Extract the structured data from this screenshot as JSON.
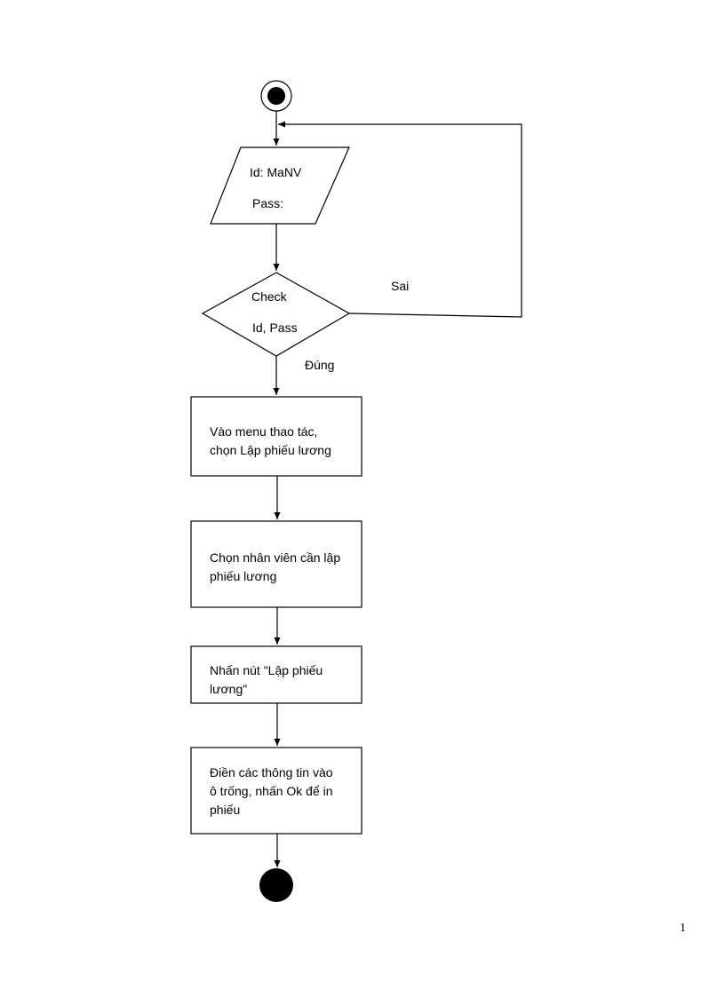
{
  "input_box": {
    "line1": "Id: MaNV",
    "line2": "Pass:"
  },
  "decision": {
    "line1": "Check",
    "line2": "Id, Pass",
    "false_label": "Sai",
    "true_label": "Đúng"
  },
  "steps": [
    {
      "line1": "Vào menu thao tác,",
      "line2": "chọn Lập phiếu lương"
    },
    {
      "line1": "Chọn nhân viên cần lập",
      "line2": "phiếu lương"
    },
    {
      "line1": "Nhấn nút \"Lập phiếu",
      "line2": "lương\""
    },
    {
      "line1": "Điền các thông tin vào",
      "line2": "ô trống, nhấn Ok để in",
      "line3": "phiếu"
    }
  ],
  "page_number": "1"
}
